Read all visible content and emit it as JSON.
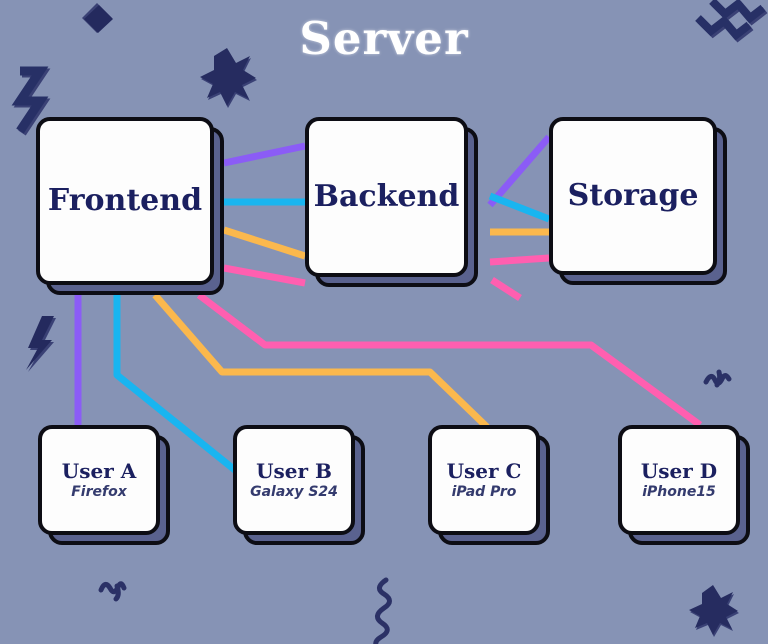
{
  "diagram": {
    "title": "Server",
    "background_color": "#8693b5",
    "accent_ink": "#1b2060",
    "card_fill": "#fdfdfd",
    "card_shadow": "#5a628f"
  },
  "server_tier": [
    {
      "id": "frontend",
      "label": "Frontend"
    },
    {
      "id": "backend",
      "label": "Backend"
    },
    {
      "id": "storage",
      "label": "Storage"
    }
  ],
  "user_tier": [
    {
      "id": "user-a",
      "label": "User A",
      "device": "Firefox"
    },
    {
      "id": "user-b",
      "label": "User B",
      "device": "Galaxy S24"
    },
    {
      "id": "user-c",
      "label": "User C",
      "device": "iPad Pro"
    },
    {
      "id": "user-d",
      "label": "User D",
      "device": "iPhone15"
    }
  ],
  "connections": [
    {
      "id": "conn-a",
      "from": "user-a",
      "color": "#8b5cf6",
      "label": "purple"
    },
    {
      "id": "conn-b",
      "from": "user-b",
      "color": "#19b5f0",
      "label": "cyan"
    },
    {
      "id": "conn-c",
      "from": "user-c",
      "color": "#fbb84d",
      "label": "orange"
    },
    {
      "id": "conn-d",
      "from": "user-d",
      "color": "#ff5fb0",
      "label": "pink"
    }
  ],
  "decorations": [
    {
      "id": "diamond-top-left",
      "shape": "diamond"
    },
    {
      "id": "plus-top-left",
      "shape": "plus"
    },
    {
      "id": "zigzag-left",
      "shape": "zigzag"
    },
    {
      "id": "zigzag-top-right",
      "shape": "zigzag"
    },
    {
      "id": "bolt-left",
      "shape": "lightning-bolt"
    },
    {
      "id": "squiggle-right",
      "shape": "squiggle"
    },
    {
      "id": "squiggle-bottom-left",
      "shape": "squiggle"
    },
    {
      "id": "squiggle-bottom-center",
      "shape": "squiggle"
    },
    {
      "id": "plus-bottom-right",
      "shape": "plus"
    }
  ]
}
